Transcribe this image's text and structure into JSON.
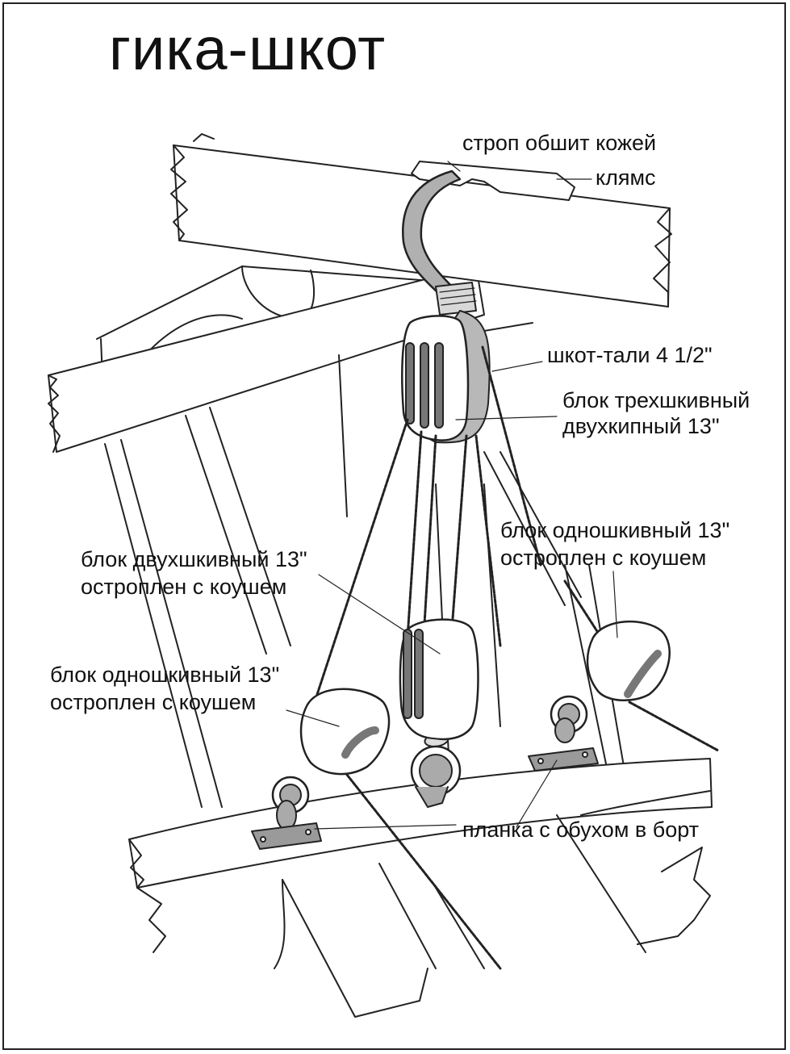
{
  "title": "гика-шкот",
  "labels": {
    "strop": "строп обшит кожей",
    "klyams": "клямс",
    "shkot_tali": "шкот-тали 4 1/2\"",
    "triple_block_1": "блок трехшкивный",
    "triple_block_2": "двухкипный 13\"",
    "single_block_right_1": "блок одношкивный 13\"",
    "single_block_right_2": "остроплен с коушем",
    "double_block_1": "блок двухшкивный 13\"",
    "double_block_2": "остроплен с коушем",
    "single_block_left_1": "блок одношкивный 13\"",
    "single_block_left_2": "остроплен с коушем",
    "plate": "планка с обухом в борт"
  }
}
